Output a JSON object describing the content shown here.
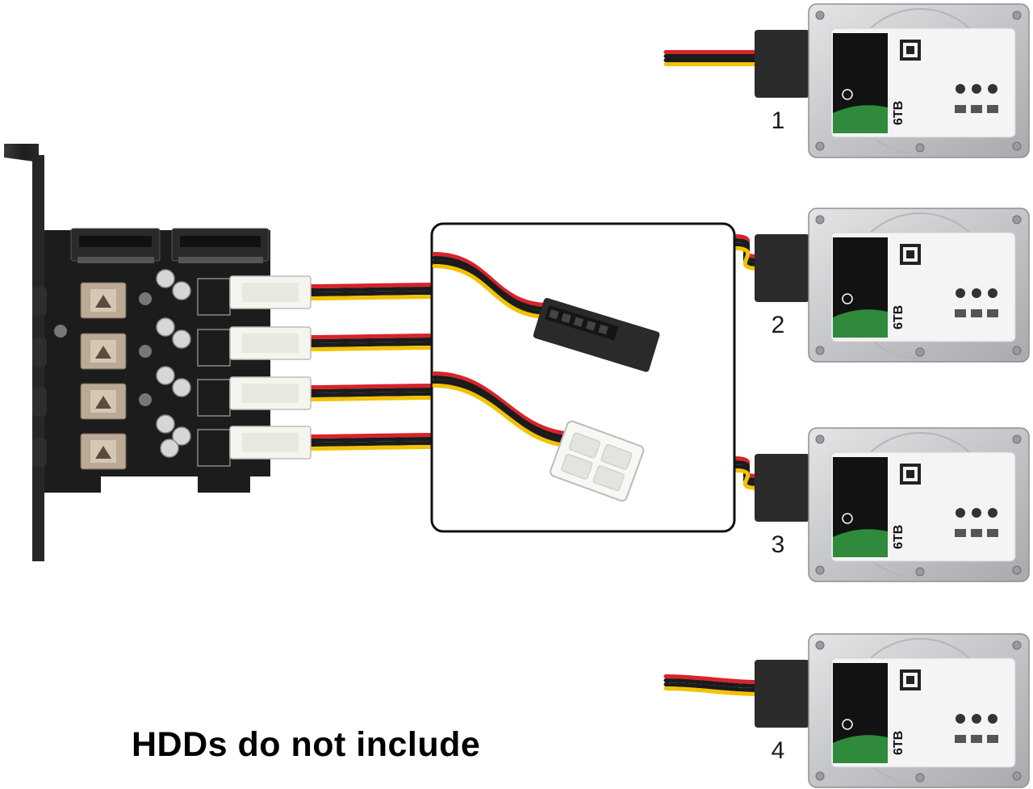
{
  "caption": "HDDs do not include",
  "drives": [
    {
      "number": "1",
      "capacity": "6TB"
    },
    {
      "number": "2",
      "capacity": "6TB"
    },
    {
      "number": "3",
      "capacity": "6TB"
    },
    {
      "number": "4",
      "capacity": "6TB"
    }
  ],
  "colors": {
    "wire_yellow": "#f2c200",
    "wire_red": "#d8232a",
    "wire_black": "#1b1b1b",
    "pcb": "#1c1c1c",
    "drive_metal": "#c9cacc",
    "drive_label": "#f4f4f4",
    "drive_label_green": "#2f8a3c"
  }
}
